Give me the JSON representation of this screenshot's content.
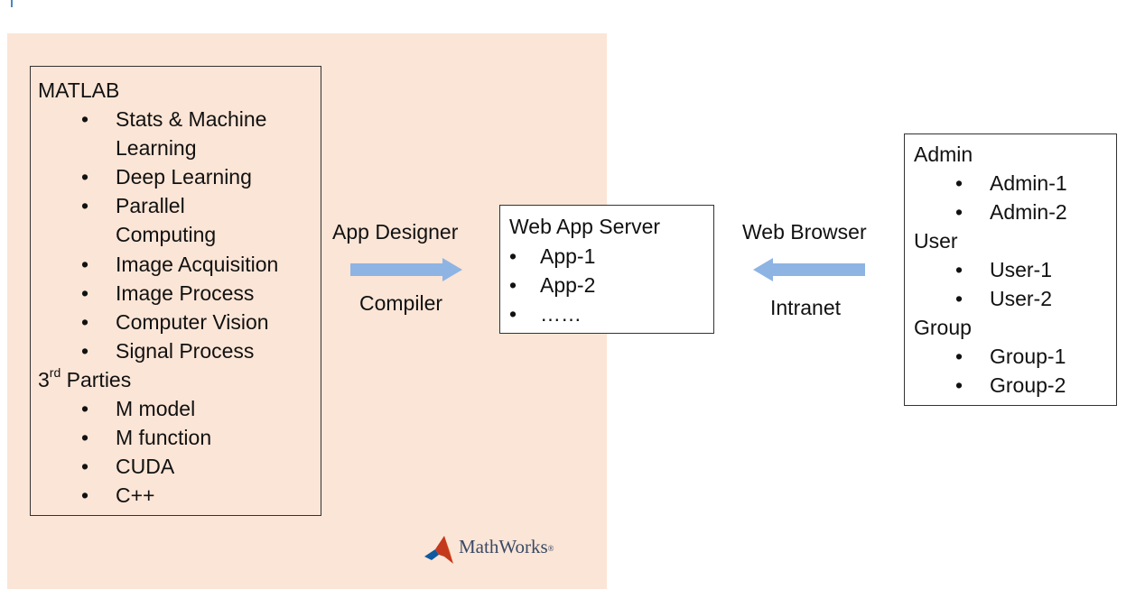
{
  "left_box": {
    "matlab_title": "MATLAB",
    "matlab_items": [
      "Stats & Machine",
      "Learning",
      "Deep Learning",
      "Parallel",
      "Computing",
      "Image Acquisition",
      "Image Process",
      "Computer Vision",
      "Signal Process"
    ],
    "third_prefix": "3",
    "third_sup": "rd",
    "third_suffix": " Parties",
    "third_items": [
      "M model",
      "M function",
      "CUDA",
      "C++"
    ]
  },
  "left_arrow": {
    "top_label": "App Designer",
    "bottom_label": "Compiler",
    "color": "#8eb4e3"
  },
  "server_box": {
    "title": "Web App Server",
    "items": [
      "App-1",
      "App-2",
      "……"
    ]
  },
  "right_arrow": {
    "top_label": "Web Browser",
    "bottom_label": "Intranet",
    "color": "#8eb4e3"
  },
  "users_box": {
    "admin_title": "Admin",
    "admin_items": [
      "Admin-1",
      "Admin-2"
    ],
    "user_title": "User",
    "user_items": [
      "User-1",
      "User-2"
    ],
    "group_title": "Group",
    "group_items": [
      "Group-1",
      "Group-2"
    ]
  },
  "logo": {
    "text": "MathWorks",
    "reg": "®"
  },
  "colors": {
    "panel_bg": "#fbe5d6",
    "arrow": "#8eb4e3",
    "logo_red": "#c4391d",
    "logo_orange": "#e8772e",
    "logo_blue": "#0f5aa0"
  }
}
